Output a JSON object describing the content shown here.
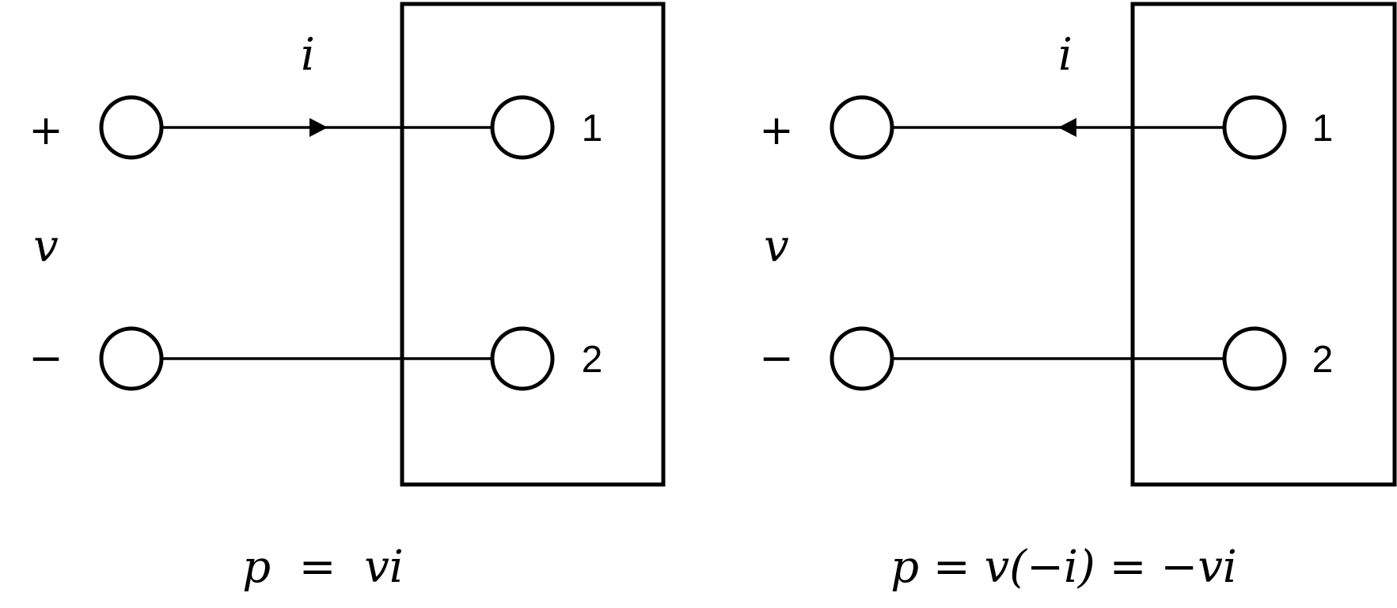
{
  "left_circuit": {
    "current_label": "i",
    "plus_sign": "+",
    "minus_sign": "−",
    "voltage_label": "v",
    "terminal_1_label": "1",
    "terminal_2_label": "2",
    "current_direction": "into-box",
    "power_equation": "p  =  vi"
  },
  "right_circuit": {
    "current_label": "i",
    "plus_sign": "+",
    "minus_sign": "−",
    "voltage_label": "v",
    "terminal_1_label": "1",
    "terminal_2_label": "2",
    "current_direction": "out-of-box",
    "power_equation": "p = v(−i) = −vi"
  },
  "colors": {
    "stroke": "#000000",
    "background": "#ffffff"
  }
}
